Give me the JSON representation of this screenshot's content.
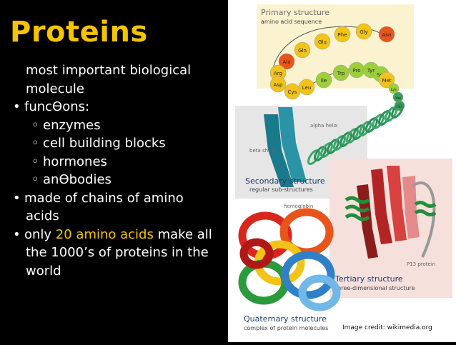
{
  "slide": {
    "title": "Proteins",
    "lines": [
      {
        "text": "most important biological",
        "kind": "cont"
      },
      {
        "text": "molecule",
        "kind": "cont"
      },
      {
        "text": "funcƟons:",
        "kind": "bullet"
      },
      {
        "text": "enzymes",
        "kind": "sub"
      },
      {
        "text": "cell building blocks",
        "kind": "sub"
      },
      {
        "text": "hormones",
        "kind": "sub"
      },
      {
        "text": "anƟbodies",
        "kind": "sub"
      },
      {
        "text": "made of chains of amino",
        "kind": "bullet"
      },
      {
        "text": "acids",
        "kind": "cont"
      }
    ],
    "highlight_bullet": {
      "before": "only ",
      "highlight": "20 amino acids",
      "after": " make all"
    },
    "tail_lines": [
      "the 1000’s of proteins in the",
      "world"
    ],
    "bullet_glyph": "•",
    "sub_glyph": "◦",
    "colors": {
      "title": "#f5c400",
      "text": "#ffffff",
      "highlight": "#f5c400",
      "background": "#000000"
    }
  },
  "figure": {
    "primary": {
      "title": "Primary structure",
      "subtitle": "amino acid sequence",
      "beads": [
        "Phe",
        "Gly",
        "Asn",
        "Glu",
        "Gln",
        "Ala",
        "Arg",
        "Asp",
        "Cys",
        "Leu",
        "Ile",
        "Trp",
        "Pro",
        "Tyr",
        "Ser",
        "Met",
        "Lys",
        "Val",
        "His"
      ]
    },
    "secondary": {
      "title": "Secondary structure",
      "subtitle": "regular sub-structures",
      "helix_label": "alpha helix",
      "sheet_label": "beta sheet"
    },
    "tertiary": {
      "title": "Tertiary structure",
      "subtitle": "three-dimensional structure",
      "protein_label": "P13 protein"
    },
    "quaternary": {
      "title": "Quaternary structure",
      "subtitle": "complex of protein molecules",
      "protein_label": "hemoglobin"
    },
    "credit": "Image credit: wikimedia.org"
  }
}
